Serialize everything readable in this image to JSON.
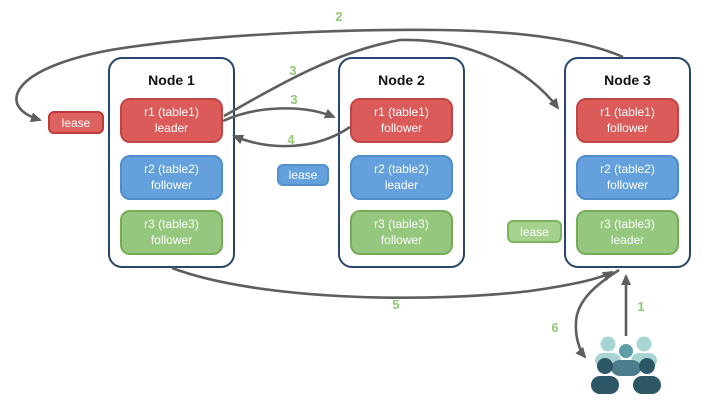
{
  "colors": {
    "replica_red": "#DB5B5B",
    "replica_red_border": "#C14543",
    "replica_blue": "#64A0DC",
    "replica_blue_border": "#4F8DCB",
    "replica_green": "#95C77E",
    "replica_green_border": "#76AC58",
    "node_border": "#28466B",
    "arrow_gray": "#5E5E5E",
    "step_label_green": "#8FC972",
    "users_light_teal": "#A7D5D3",
    "users_medium_teal": "#5C9DA6",
    "users_mid_dark_teal": "#4B7D8D",
    "users_dark_slate": "#2E5766"
  },
  "nodes": [
    {
      "title": "Node 1",
      "replicas": [
        {
          "name": "r1 (table1)",
          "role": "leader",
          "color": "red"
        },
        {
          "name": "r2 (table2)",
          "role": "follower",
          "color": "blue"
        },
        {
          "name": "r3 (table3)",
          "role": "follower",
          "color": "green"
        }
      ]
    },
    {
      "title": "Node 2",
      "replicas": [
        {
          "name": "r1 (table1)",
          "role": "follower",
          "color": "red"
        },
        {
          "name": "r2 (table2)",
          "role": "leader",
          "color": "blue"
        },
        {
          "name": "r3 (table3)",
          "role": "follower",
          "color": "green"
        }
      ]
    },
    {
      "title": "Node 3",
      "replicas": [
        {
          "name": "r1 (table1)",
          "role": "follower",
          "color": "red"
        },
        {
          "name": "r2 (table2)",
          "role": "follower",
          "color": "blue"
        },
        {
          "name": "r3 (table3)",
          "role": "leader",
          "color": "green"
        }
      ]
    }
  ],
  "leases": [
    {
      "label": "lease",
      "color": "red"
    },
    {
      "label": "lease",
      "color": "blue"
    },
    {
      "label": "lease",
      "color": "green"
    }
  ],
  "steps": {
    "s1": "1",
    "s2": "2",
    "s3a": "3",
    "s3b": "3",
    "s4": "4",
    "s5": "5",
    "s6": "6"
  },
  "icons": {
    "users": "users-group-icon"
  }
}
